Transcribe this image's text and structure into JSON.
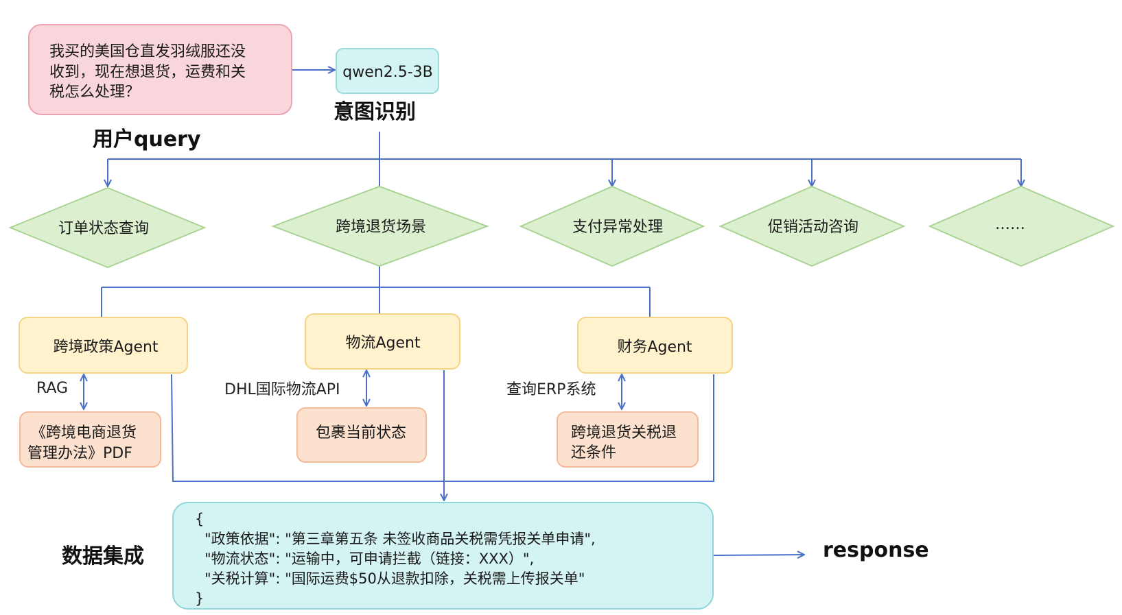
{
  "query": {
    "lines": [
      "我买的美国仓直发羽绒服还没",
      "收到，现在想退货，运费和关",
      "税怎么处理？"
    ],
    "caption": "用户query"
  },
  "model": {
    "label": "qwen2.5-3B",
    "caption": "意图识别"
  },
  "intents": [
    {
      "label": "订单状态查询"
    },
    {
      "label": "跨境退货场景"
    },
    {
      "label": "支付异常处理"
    },
    {
      "label": "促销活动咨询"
    },
    {
      "label": "……"
    }
  ],
  "agents": [
    {
      "label": "跨境政策Agent",
      "tool_label": "RAG",
      "resource_lines": [
        "《跨境电商退货",
        "管理办法》PDF"
      ]
    },
    {
      "label": "物流Agent",
      "tool_label": "DHL国际物流API",
      "resource_lines": [
        "包裹当前状态"
      ]
    },
    {
      "label": "财务Agent",
      "tool_label": "查询ERP系统",
      "resource_lines": [
        "跨境退货关税退",
        "还条件"
      ]
    }
  ],
  "integration": {
    "caption": "数据集成",
    "lines": [
      "{",
      "\"政策依据\": \"第三章第五条 未签收商品关税需凭报关单申请\",",
      "\"物流状态\": \"运输中，可申请拦截（链接：XXX）\",",
      "\"关税计算\": \"国际运费$50从退款扣除，关税需上传报关单\"",
      "}"
    ]
  },
  "output": {
    "label": "response"
  },
  "colors": {
    "query_fill": "#f9d5dc",
    "query_stroke": "#eba3b2",
    "model_fill": "#d4f3f3",
    "model_stroke": "#9adbdb",
    "intent_fill": "#dcf0cf",
    "intent_stroke": "#a9d493",
    "agent_fill": "#fff2cc",
    "agent_stroke": "#f5d585",
    "resource_fill": "#fde1cf",
    "resource_stroke": "#f2b99a",
    "integration_fill": "#d4f3f3",
    "integration_stroke": "#8fd6d6",
    "edge": "#4a6fc7"
  }
}
